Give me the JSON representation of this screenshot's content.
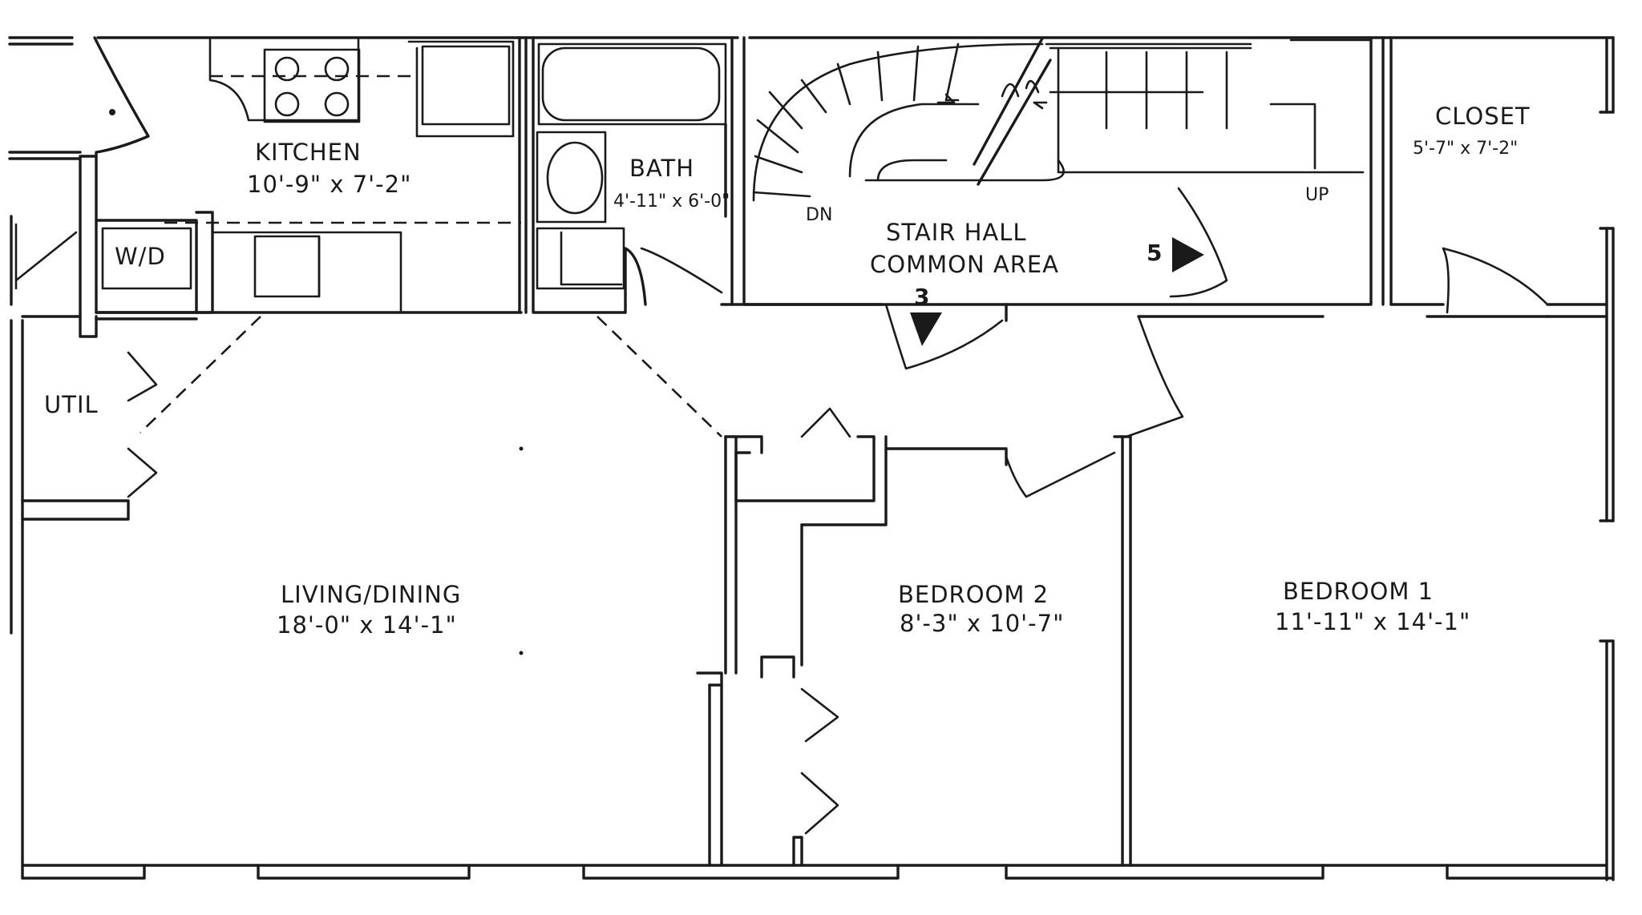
{
  "rooms": {
    "kitchen": {
      "name": "KITCHEN",
      "dims": "10'-9\" x 7'-2\""
    },
    "bath": {
      "name": "BATH",
      "dims": "4'-11\" x 6'-0\""
    },
    "stair_hall": {
      "name": "STAIR HALL",
      "sub": "COMMON AREA"
    },
    "closet": {
      "name": "CLOSET",
      "dims": "5'-7\" x 7'-2\""
    },
    "living_dining": {
      "name": "LIVING/DINING",
      "dims": "18'-0\" x 14'-1\""
    },
    "bedroom2": {
      "name": "BEDROOM 2",
      "dims": "8'-3\" x 10'-7\""
    },
    "bedroom1": {
      "name": "BEDROOM 1",
      "dims": "11'-11\" x 14'-1\""
    },
    "util": {
      "name": "UTIL"
    }
  },
  "fixtures": {
    "washer_dryer": "W/D"
  },
  "stair_labels": {
    "down": "DN",
    "up": "UP"
  },
  "markers": {
    "marker_3": "3",
    "marker_5": "5"
  }
}
